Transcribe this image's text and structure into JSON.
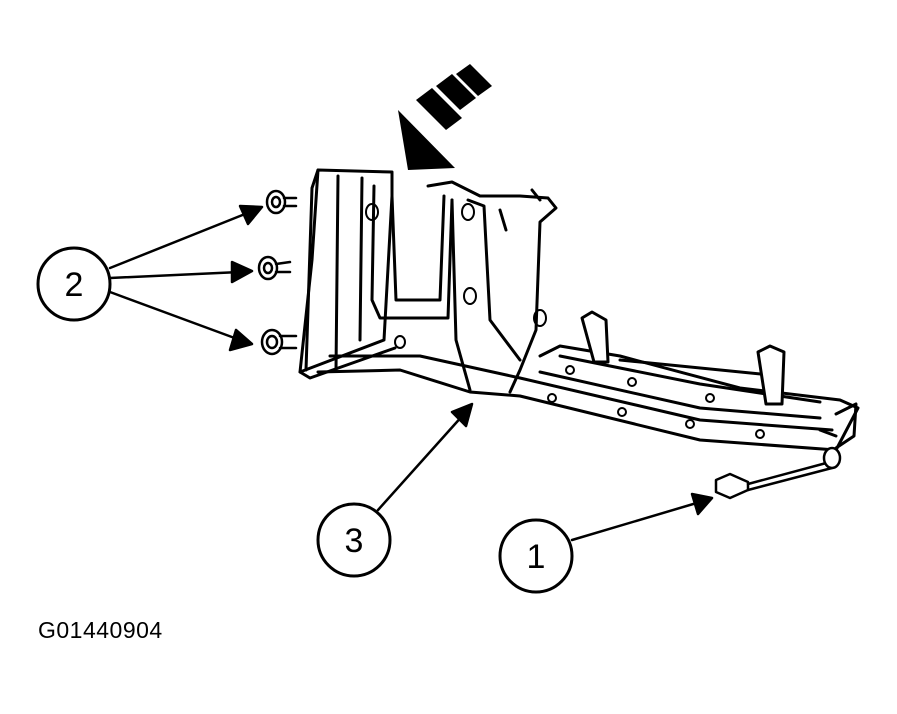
{
  "figure": {
    "code": "G01440904",
    "callouts": [
      {
        "id": "1",
        "label": "1"
      },
      {
        "id": "2",
        "label": "2"
      },
      {
        "id": "3",
        "label": "3"
      }
    ],
    "colors": {
      "line": "#000000",
      "background": "#ffffff"
    },
    "direction_indicator": "dashed-view-arrow"
  }
}
